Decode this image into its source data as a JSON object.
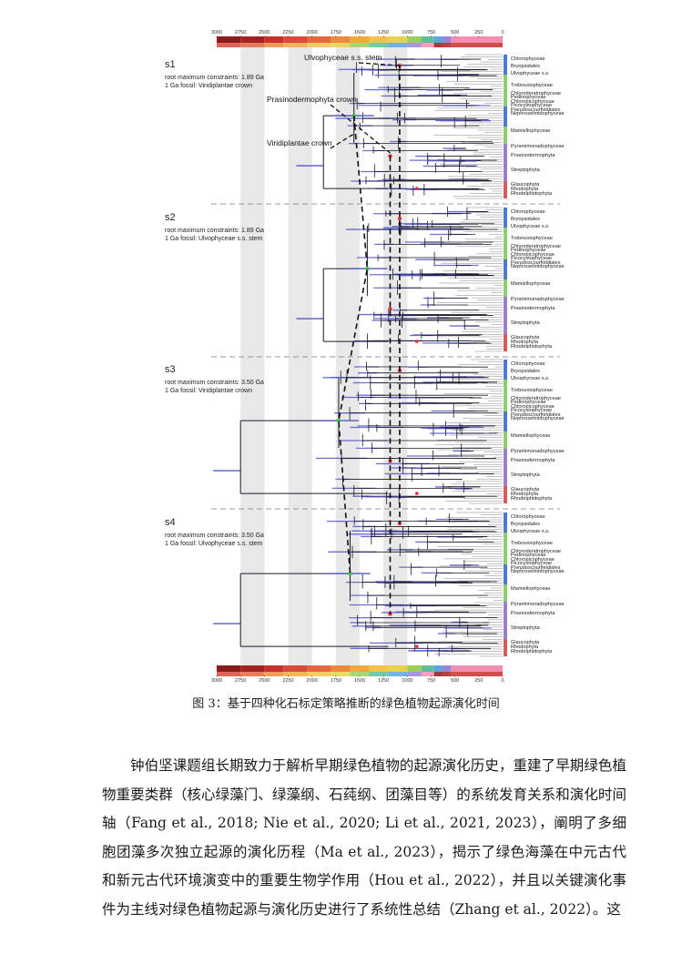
{
  "figure": {
    "time_ticks": [
      "3000",
      "2750",
      "2500",
      "2250",
      "2000",
      "1750",
      "1500",
      "1250",
      "1000",
      "750",
      "500",
      "250",
      "0"
    ],
    "clade_labels": [
      "Chlorophyceae",
      "Bryopsidales",
      "Ulvophyceae s.s.",
      "Trebouxiophyceae",
      "Chlorodendrophyceae",
      "Pedinophyceae",
      "Chloropicophyceae",
      "Picocystophyceae",
      "Pseudoscourfieldiales",
      "Nephroselmidophyceae",
      "Mamiellophyceae",
      "Pyramimonadophyceae",
      "Prasinodermophyta",
      "Streptophyta",
      "Glaucophyta",
      "Rhodophyta",
      "Rhodelphidophyta"
    ],
    "panels": [
      {
        "id": "s1",
        "line1": "root maximum constraints: 1.89 Ga",
        "line2": "1 Ga fossil: Viridiplantae crown"
      },
      {
        "id": "s2",
        "line1": "root maximum constraints: 1.89 Ga",
        "line2": "1 Ga fossil: Ulvophyceae s.s. stem"
      },
      {
        "id": "s3",
        "line1": "root maximum constraints: 3.50 Ga",
        "line2": "1 Ga fossil: Viridiplantae crown"
      },
      {
        "id": "s4",
        "line1": "root maximum constraints: 3.50 Ga",
        "line2": "1 Ga fossil: Ulvophyceae s.s. stem"
      }
    ],
    "annotations": [
      "Ulvophyceae s.s. stem",
      "Prasinodermophyta crown",
      "Viridiplantae crown"
    ],
    "colors": {
      "tree": "#1a1a2a",
      "hpd_bar": "#5558c8",
      "node_red": "#e0303c",
      "node_green": "#3cbb4a",
      "band_gray": "#e8e8e8",
      "clade_bar_green": "#8ecf6a",
      "clade_bar_purple": "#9b7fd0",
      "clade_bar_blue": "#4a7bd0",
      "clade_bar_red": "#d85a5a"
    }
  },
  "caption": "图 3：基于四种化石标定策略推断的绿色植物起源演化时间",
  "body_text": "钟伯坚课题组长期致力于解析早期绿色植物的起源演化历史，重建了早期绿色植物重要类群（核心绿藻门、绿藻纲、石莼纲、团藻目等）的系统发育关系和演化时间轴（Fang et al., 2018; Nie et al., 2020; Li et al., 2021, 2023），阐明了多细胞团藻多次独立起源的演化历程（Ma et al., 2023），揭示了绿色海藻在中元古代和新元古代环境演变中的重要生物学作用（Hou et al., 2022），并且以关键演化事件为主线对绿色植物起源与演化历史进行了系统性总结（Zhang et al., 2022）。这"
}
